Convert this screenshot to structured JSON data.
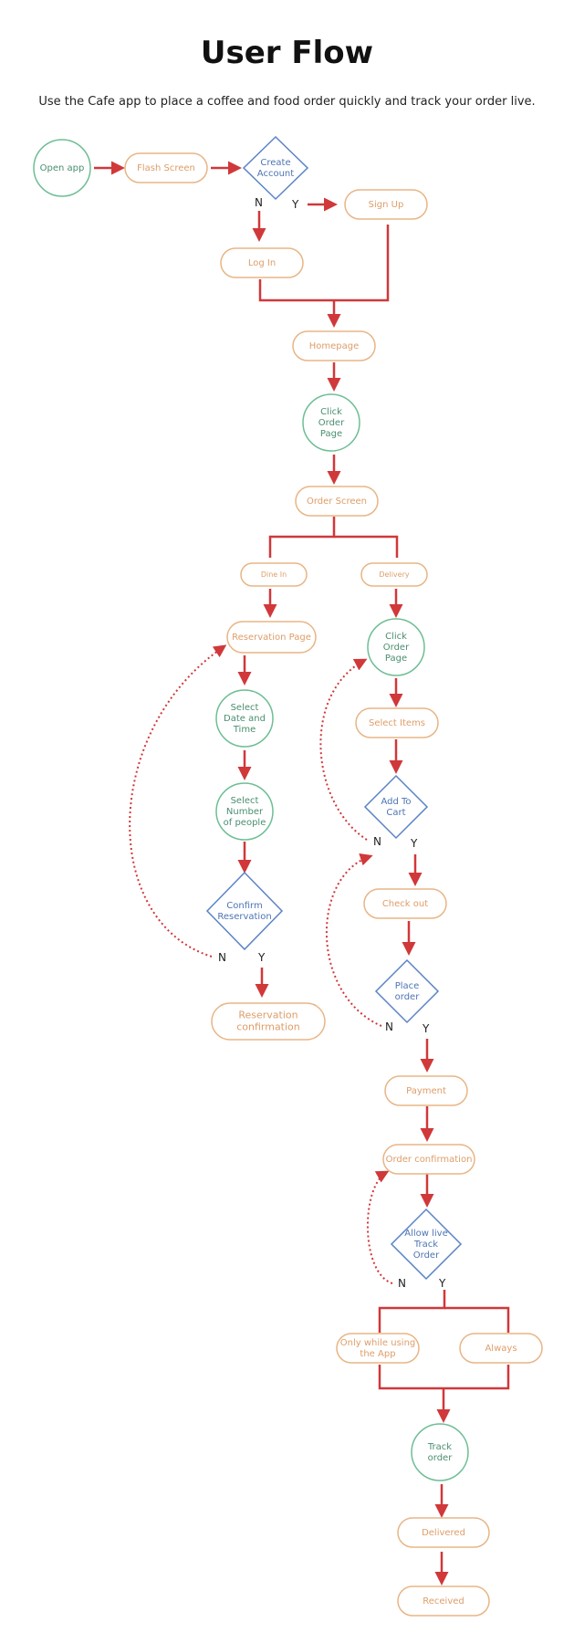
{
  "header": {
    "title": "User Flow",
    "subtitle": "Use the Cafe app to place a coffee and food order quickly and track your order live."
  },
  "colors": {
    "circle": "#6DBE94",
    "circle_text": "#4A8E6F",
    "pill": "#E8B585",
    "pill_text": "#DE9D69",
    "diamond": "#5A83C6",
    "diamond_text": "#4D74B3",
    "arrow": "#D0383A",
    "label": "#222222"
  },
  "nodes": {
    "open_app": "Open app",
    "flash_screen": "Flash Screen",
    "create_account": "Create Account",
    "sign_up": "Sign Up",
    "log_in": "Log In",
    "homepage": "Homepage",
    "click_order_page_1": "Click Order Page",
    "order_screen": "Order  Screen",
    "dine_in": "Dine In",
    "delivery": "Delivery",
    "reservation_page": "Reservation Page",
    "select_date_time": "Select Date and Time",
    "select_people": "Select Number of people",
    "confirm_reservation": "Confirm Reservation",
    "reservation_confirmation": "Reservation confirmation",
    "click_order_page_2": "Click Order Page",
    "select_items": "Select Items",
    "add_to_cart": "Add To Cart",
    "check_out": "Check out",
    "place_order": "Place order",
    "payment": "Payment",
    "order_confirmation": "Order confirmation",
    "allow_live_track": "Allow live Track Order",
    "only_while_using": "Only while using the App",
    "always": "Always",
    "track_order": "Track order",
    "delivered": "Delivered",
    "received": "Received"
  },
  "labels": {
    "no": "N",
    "yes": "Y"
  }
}
